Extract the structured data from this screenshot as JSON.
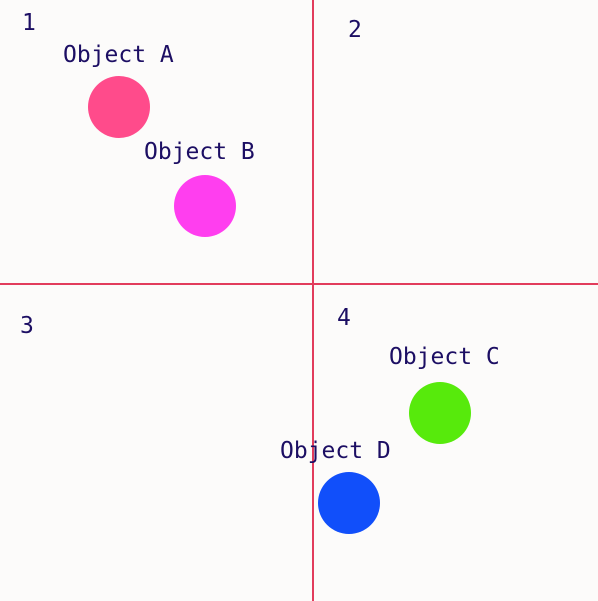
{
  "quadrants": [
    {
      "number": "1"
    },
    {
      "number": "2"
    },
    {
      "number": "3"
    },
    {
      "number": "4"
    }
  ],
  "objects": [
    {
      "label": "Object A",
      "quadrant": "1",
      "color": "#ff4b8b"
    },
    {
      "label": "Object B",
      "quadrant": "1",
      "color": "#ff3eef"
    },
    {
      "label": "Object C",
      "quadrant": "4",
      "color": "#57ea0c"
    },
    {
      "label": "Object D",
      "quadrant": "4",
      "color": "#114ffa"
    }
  ],
  "colors": {
    "divider": "#e23c5c",
    "text": "#1c0e63",
    "background": "#fcfbfa"
  }
}
